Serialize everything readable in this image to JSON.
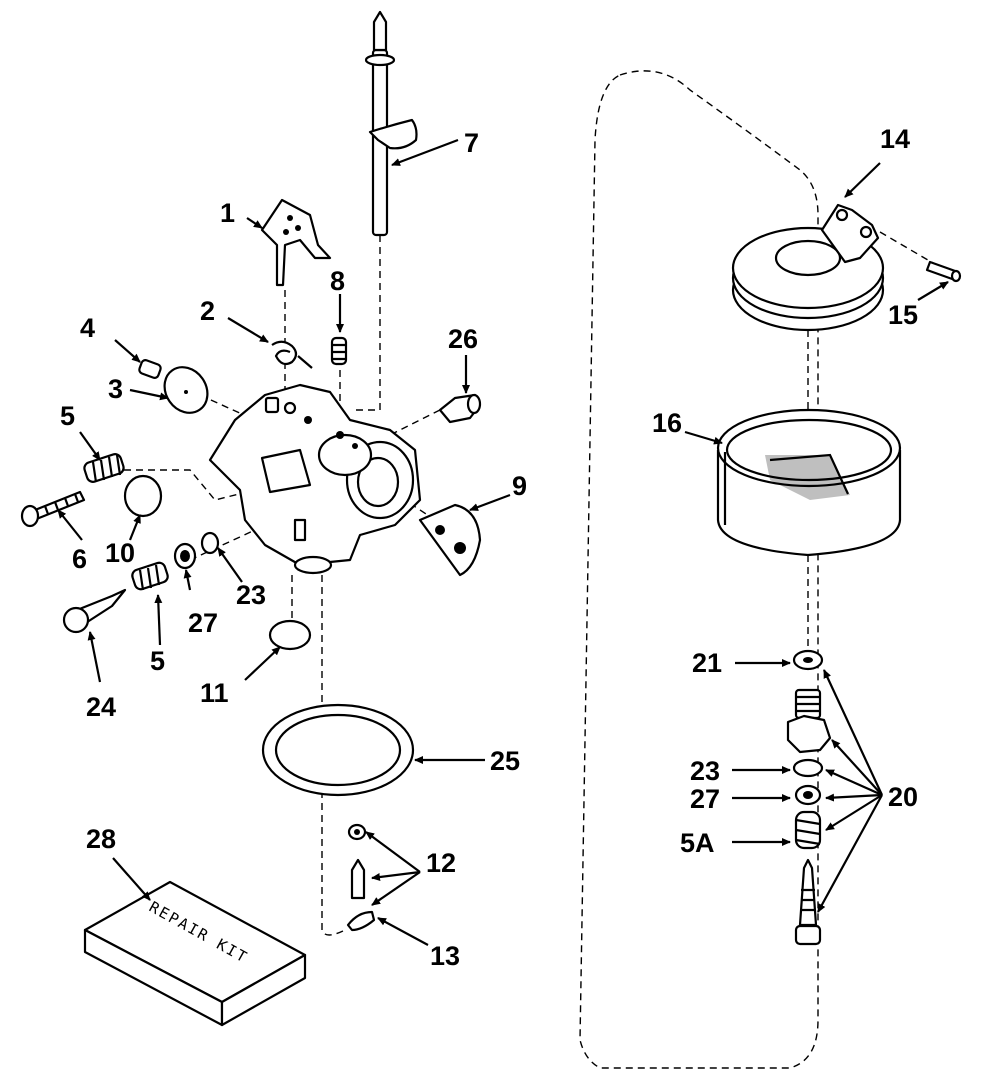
{
  "labels": {
    "l1": "1",
    "l2": "2",
    "l3": "3",
    "l4": "4",
    "l5a": "5",
    "l5b": "5",
    "l6": "6",
    "l7": "7",
    "l8": "8",
    "l9": "9",
    "l10": "10",
    "l11": "11",
    "l12": "12",
    "l13": "13",
    "l14": "14",
    "l15": "15",
    "l16": "16",
    "l20": "20",
    "l21": "21",
    "l23a": "23",
    "l23b": "23",
    "l24": "24",
    "l25": "25",
    "l26": "26",
    "l27a": "27",
    "l27b": "27",
    "l28": "28",
    "l5A": "5A"
  },
  "repair_kit_text": "REPAIR KIT"
}
